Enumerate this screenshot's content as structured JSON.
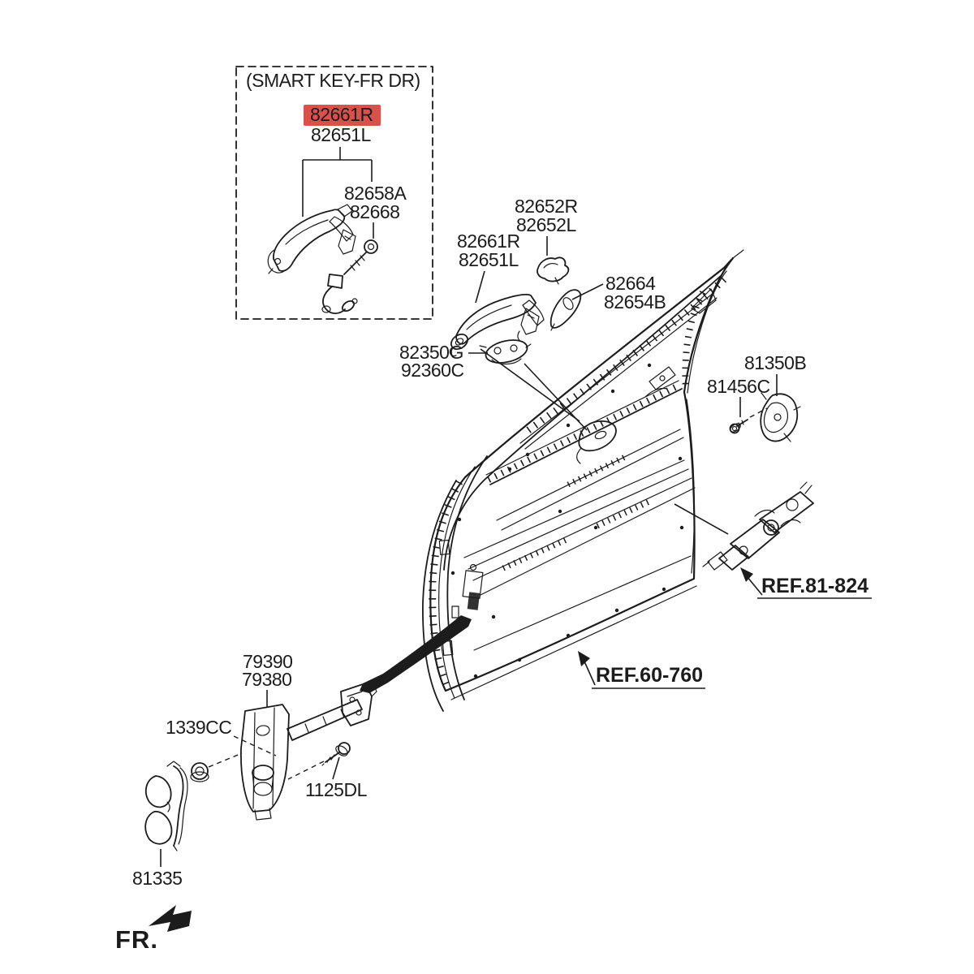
{
  "colors": {
    "paper": "#ffffff",
    "ink": "#1c1c1c",
    "highlight_bg": "#d8524b",
    "highlight_fg": "#7b1712"
  },
  "inset": {
    "title": "(SMART KEY-FR DR)"
  },
  "labels": {
    "handle_r_hl": "82661R",
    "handle_l_box": "82651L",
    "grip": "82658A",
    "cable": "82668",
    "cover_r": "82652R",
    "cover_l": "82652L",
    "handle_r": "82661R",
    "handle_l": "82651L",
    "pad_r": "82664",
    "pad_l": "82654B",
    "base_r": "82350G",
    "base_l": "92360C",
    "striker": "81350B",
    "striker_screw": "81456C",
    "checker_r": "79390",
    "checker_l": "79380",
    "nut": "1339CC",
    "bolt": "1125DL",
    "seal": "81335"
  },
  "refs": {
    "latch": "REF.81-824",
    "door_panel": "REF.60-760"
  },
  "direction": {
    "front": "FR."
  }
}
